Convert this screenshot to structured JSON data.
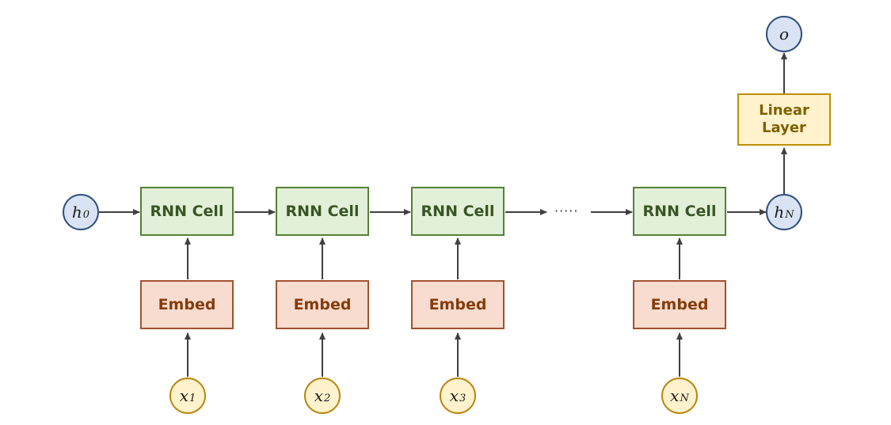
{
  "rnn_label": "RNN Cell",
  "embed_label": "Embed",
  "linear_label_line1": "Linear",
  "linear_label_line2": "Layer",
  "h0": {
    "base": "h",
    "sub": "0"
  },
  "hN": {
    "base": "h",
    "sub": "N"
  },
  "output": {
    "base": "o"
  },
  "inputs": [
    {
      "base": "x",
      "sub": "1"
    },
    {
      "base": "x",
      "sub": "2"
    },
    {
      "base": "x",
      "sub": "3"
    },
    {
      "base": "x",
      "sub": "N"
    }
  ],
  "ellipsis": "·····",
  "colors": {
    "rnn_fill": "#e2efd9",
    "rnn_border": "#548235",
    "embed_fill": "#f8dccf",
    "embed_border": "#a0522d",
    "linear_fill": "#fff2cc",
    "linear_border": "#bf9000",
    "hidden_node_fill": "#dae3f3",
    "input_node_fill": "#fff2cc",
    "arrow": "#404040"
  }
}
